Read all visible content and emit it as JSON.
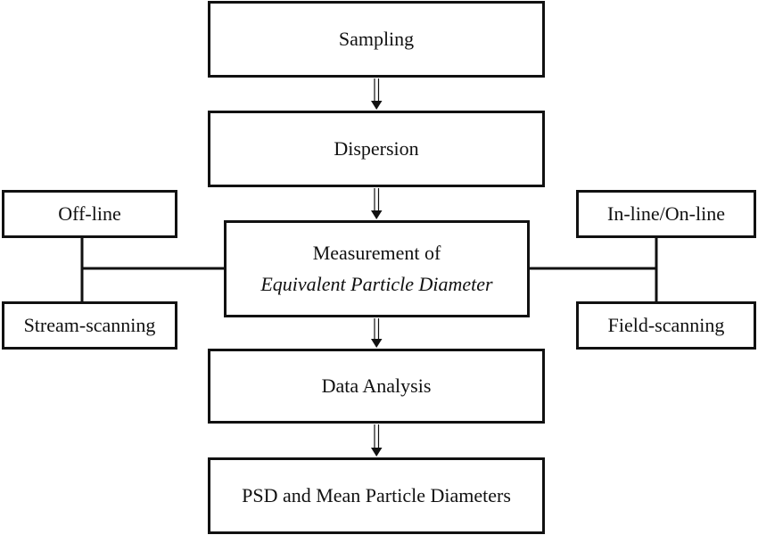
{
  "diagram": {
    "main_flow": {
      "sampling": "Sampling",
      "dispersion": "Dispersion",
      "measurement_line1": "Measurement of",
      "measurement_line2": "Equivalent Particle Diameter",
      "data_analysis": "Data Analysis",
      "result": "PSD and Mean Particle Diameters"
    },
    "left_options": {
      "top": "Off-line",
      "bottom": "Stream-scanning"
    },
    "right_options": {
      "top": "In-line/On-line",
      "bottom": "Field-scanning"
    }
  }
}
